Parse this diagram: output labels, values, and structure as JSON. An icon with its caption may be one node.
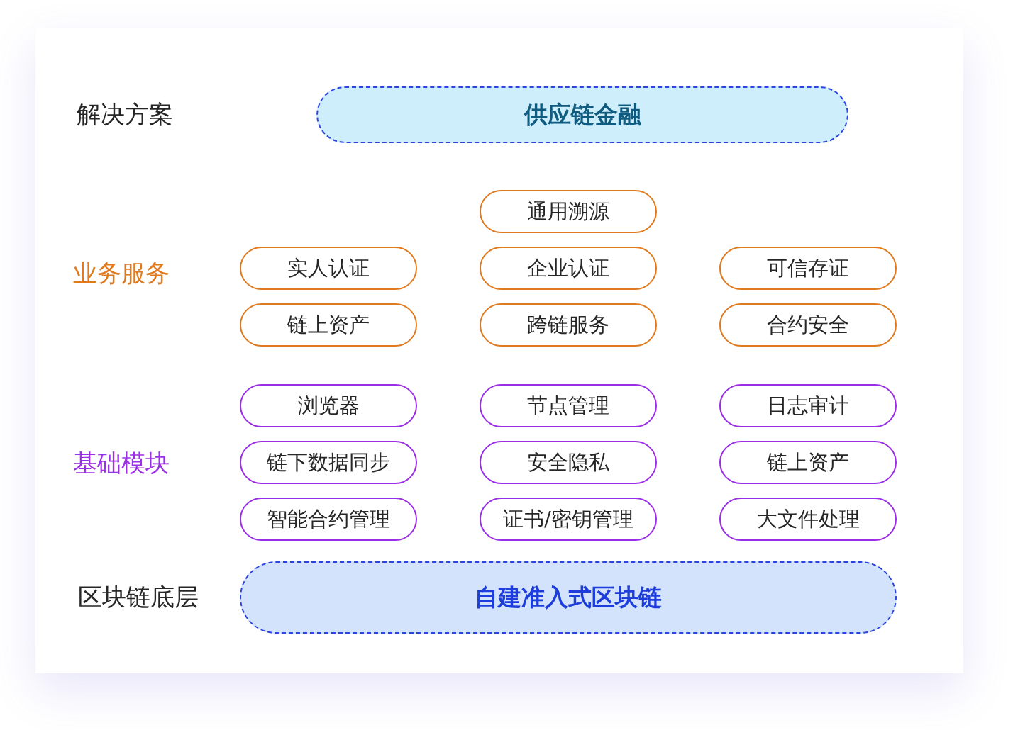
{
  "diagram": {
    "nodes": [
      {
        "text": [
          "供应链金融"
        ]
      },
      {
        "text": [
          "通用溯源"
        ]
      },
      {
        "text": [
          "实人认证"
        ]
      },
      {
        "text": [
          "企业认证"
        ]
      },
      {
        "text": [
          "可信存证"
        ]
      },
      {
        "text": [
          "链上资产"
        ]
      },
      {
        "text": [
          "跨链服务"
        ]
      },
      {
        "text": [
          "合约安全"
        ]
      },
      {
        "text": [
          "浏览器"
        ]
      },
      {
        "text": [
          "节点管理"
        ]
      },
      {
        "text": [
          "日志审计"
        ]
      },
      {
        "text": [
          "链下数据同步"
        ]
      },
      {
        "text": [
          "安全隐私"
        ]
      },
      {
        "text": [
          "链上资产"
        ]
      },
      {
        "text": [
          "智能合约管理"
        ]
      },
      {
        "text": [
          "证书/密钥管理"
        ]
      },
      {
        "text": [
          "大文件处理"
        ]
      },
      {
        "text": [
          "自建准入式区块链"
        ]
      }
    ],
    "labels": [
      "解决方案",
      "业务服务",
      "基础模块",
      "区块链底层"
    ]
  }
}
